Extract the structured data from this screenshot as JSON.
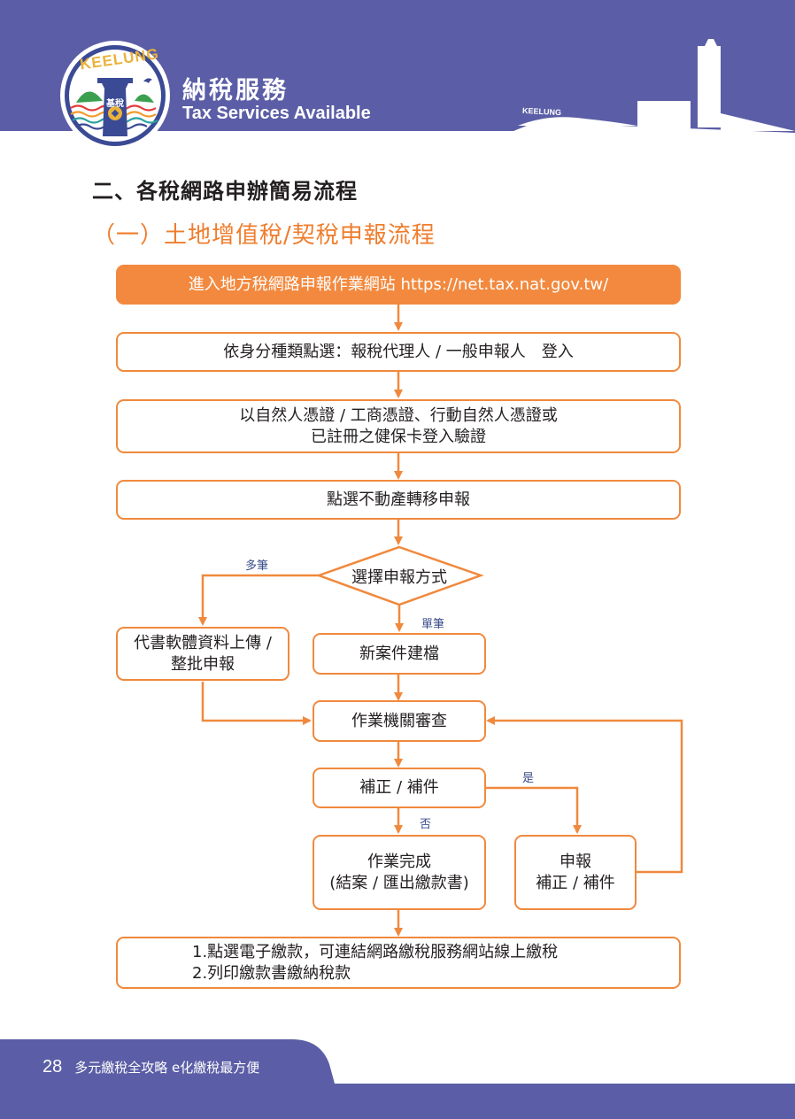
{
  "header": {
    "logo_top_text": "KEELUNG",
    "logo_badge_text": "基稅",
    "title_cn": "納稅服務",
    "title_en": "Tax Services Available",
    "skyline_label": "KEELUNG"
  },
  "section_title": "二、各稅網路申辦簡易流程",
  "sub_title": "（一）土地增值稅/契稅申報流程",
  "flow": {
    "step1": "進入地方稅網路申報作業網站 https://net.tax.nat.gov.tw/",
    "step2": "依身分種類點選：報稅代理人 / 一般申報人　登入",
    "step3_line1": "以自然人憑證 / 工商憑證、行動自然人憑證或",
    "step3_line2": "已註冊之健保卡登入驗證",
    "step4": "點選不動產轉移申報",
    "decision": "選擇申報方式",
    "label_multi": "多筆",
    "label_single": "單筆",
    "multi_line1": "代書軟體資料上傳 /",
    "multi_line2": "整批申報",
    "single": "新案件建檔",
    "review": "作業機關審查",
    "correction": "補正 / 補件",
    "label_yes": "是",
    "label_no": "否",
    "complete_line1": "作業完成",
    "complete_line2": "(結案 / 匯出繳款書)",
    "resubmit_line1": "申報",
    "resubmit_line2": "補正 / 補件",
    "final_line1": "1.點選電子繳款，可連結網路繳稅服務網站線上繳稅",
    "final_line2": "2.列印繳款書繳納稅款"
  },
  "footer": {
    "page_number": "28",
    "text": "多元繳稅全攻略  e化繳稅最方便"
  },
  "colors": {
    "header_blue": "#5b5ea6",
    "accent_orange": "#f2893e",
    "label_blue": "#3a4c8a"
  }
}
